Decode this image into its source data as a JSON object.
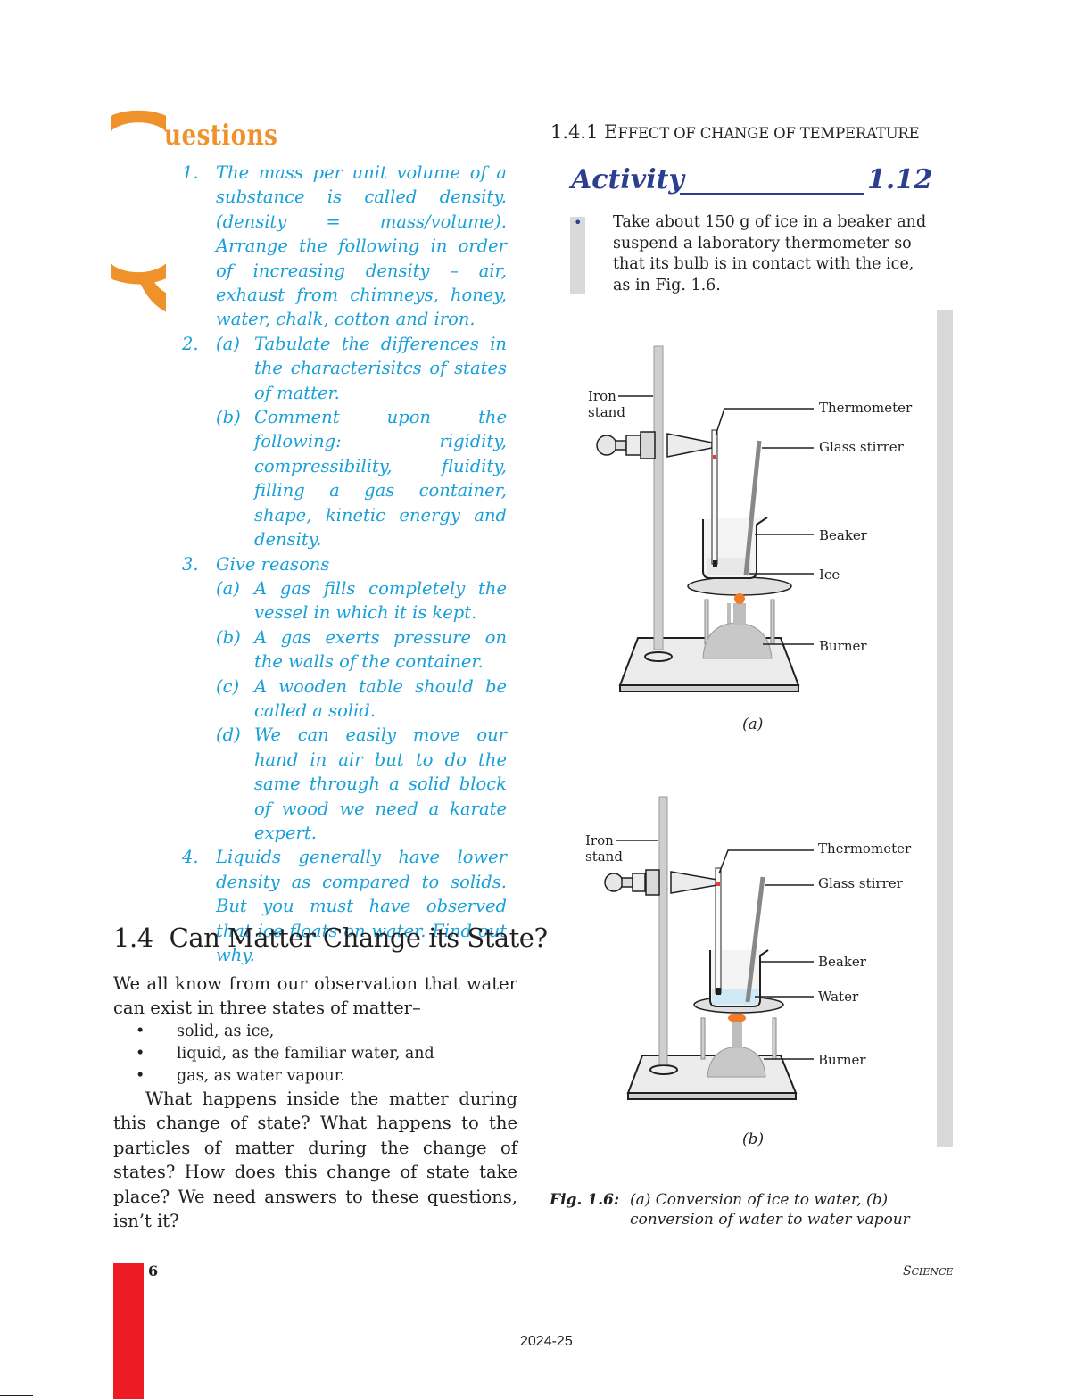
{
  "questions": {
    "letter": "Q",
    "heading": "uestions",
    "items": [
      {
        "num": "1.",
        "text": "The mass per unit volume of a substance is called density. (density = mass/volume). Arrange the following in order of increasing density – air, exhaust from chimneys, honey, water, chalk, cotton and iron."
      },
      {
        "num": "2.",
        "subs": [
          {
            "label": "(a)",
            "text": "Tabulate the differences in the characterisitcs of states of matter."
          },
          {
            "label": "(b)",
            "text": "Comment upon the following: rigidity, compressibility, fluidity, filling a gas container, shape, kinetic energy and density."
          }
        ]
      },
      {
        "num": "3.",
        "text": "Give reasons",
        "subs": [
          {
            "label": "(a)",
            "text": "A gas fills completely the vessel in which it is kept."
          },
          {
            "label": "(b)",
            "text": "A gas exerts pressure on the walls of the container."
          },
          {
            "label": "(c)",
            "text": "A wooden table should be called a solid."
          },
          {
            "label": "(d)",
            "text": "We can easily move our hand in air but to do the same through a solid block of wood we need a karate expert."
          }
        ]
      },
      {
        "num": "4.",
        "text": "Liquids generally have lower density as compared to solids. But you must have observed that ice floats on water. Find out why."
      }
    ]
  },
  "section": {
    "number": "1.4",
    "title": "Can Matter Change its State?",
    "intro": "We all know from our observation that water can exist in three states of matter–",
    "bullets": [
      "solid, as ice,",
      "liquid, as the familiar water, and",
      "gas, as water vapour."
    ],
    "para": "What happens inside the matter during this change of state? What happens to the particles of matter during the change of states? How does this change of state take place? We need answers to these questions, isn’t it?"
  },
  "subsection": {
    "number": "1.4.1",
    "title_first": "E",
    "title_rest": "FFECT OF CHANGE OF TEMPERATURE"
  },
  "activity": {
    "label": "Activity",
    "number": "1.12",
    "text": "Take about 150 g of ice in a beaker and suspend a laboratory thermometer so that its bulb is in contact with the ice, as in Fig. 1.6."
  },
  "figure": {
    "a": {
      "iron": "Iron",
      "stand": "stand",
      "thermometer": "Thermometer",
      "stirrer": "Glass stirrer",
      "beaker": "Beaker",
      "content": "Ice",
      "burner": "Burner",
      "caption": "(a)"
    },
    "b": {
      "iron": "Iron",
      "stand": "stand",
      "thermometer": "Thermometer",
      "stirrer": "Glass stirrer",
      "beaker": "Beaker",
      "content": "Water",
      "burner": "Burner",
      "caption": "(b)"
    },
    "label": "Fig. 1.6:",
    "caption": "(a) Conversion of ice to water, (b) conversion of water to water vapour"
  },
  "footer": {
    "page": "6",
    "book_first": "S",
    "book_rest": "CIENCE",
    "year": "2024-25"
  },
  "colors": {
    "question_text": "#1aa0d8",
    "question_heading": "#f0922c",
    "activity": "#2c3e8f",
    "footer_bar": "#ed1c24"
  }
}
